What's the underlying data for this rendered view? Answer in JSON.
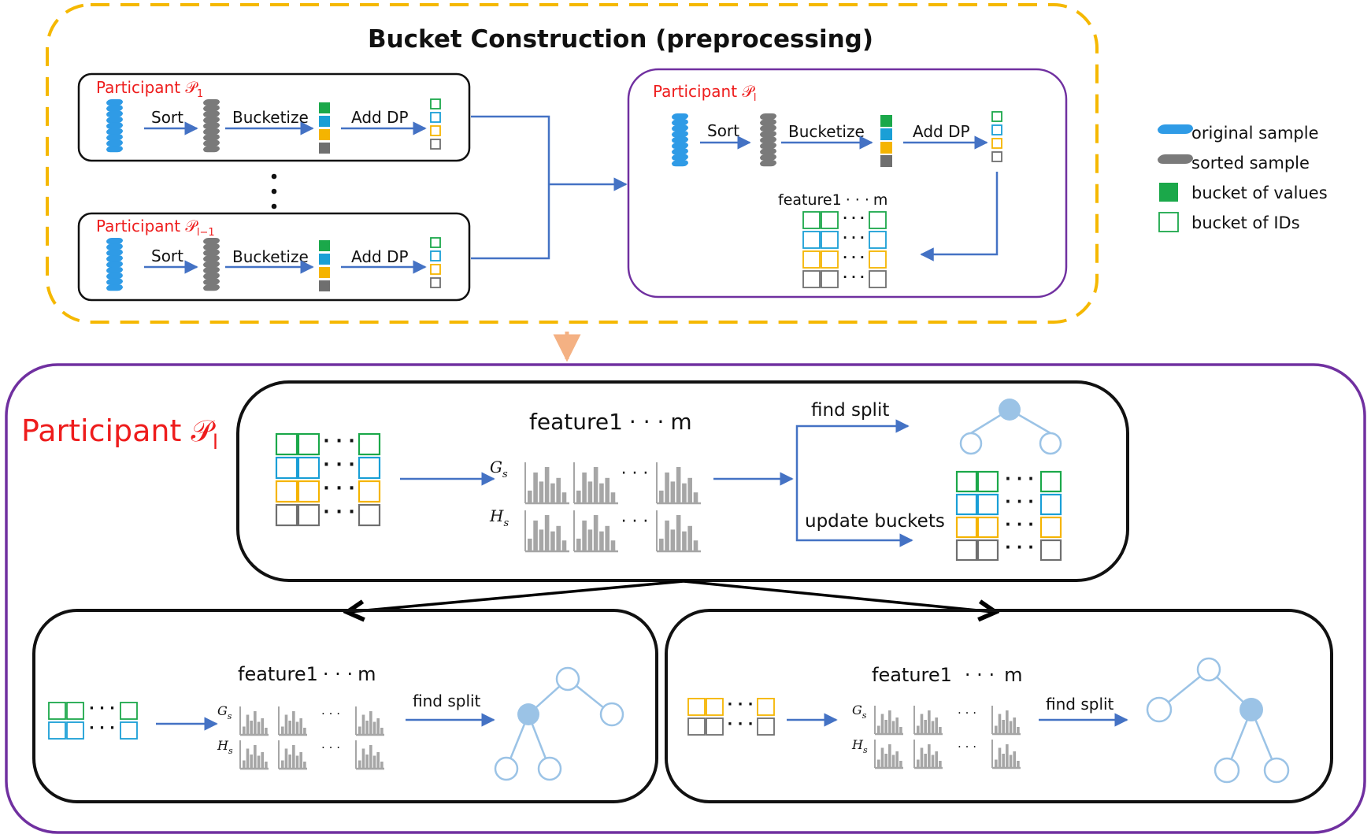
{
  "title": "Bucket Construction (preprocessing)",
  "participants": {
    "p1": {
      "label": "Participant ",
      "sym": "𝒫",
      "sub": "1"
    },
    "plm1": {
      "label": "Participant ",
      "sym": "𝒫",
      "sub": "l−1"
    },
    "pl_small": {
      "label": "Participant ",
      "sym": "𝒫",
      "sub": "l"
    },
    "pl_big": {
      "label": "Participant ",
      "sym": "𝒫",
      "sub": "l"
    }
  },
  "steps": {
    "sort": "Sort",
    "bucketize": "Bucketize",
    "add_dp": "Add DP"
  },
  "feature_label": {
    "start": "feature1",
    "dots": "· · ·",
    "end": "m"
  },
  "stats": {
    "g": {
      "letter": "G",
      "sub": "s"
    },
    "h": {
      "letter": "H",
      "sub": "s"
    }
  },
  "actions": {
    "find_split": "find split",
    "update_buckets": "update buckets"
  },
  "legend": [
    {
      "label": "original sample",
      "shape": "rounded-bar",
      "color": "#2f9be6"
    },
    {
      "label": "sorted sample",
      "shape": "rounded-bar",
      "color": "#7a7a7a"
    },
    {
      "label": "bucket of values",
      "shape": "filled-square",
      "color": "#1ba84a"
    },
    {
      "label": "bucket of IDs",
      "shape": "outline-square",
      "color": "#1ba84a"
    }
  ],
  "colors": {
    "green": "#1ba84a",
    "blue": "#1a9fd6",
    "orange": "#f5b400",
    "gray": "#6f6f6f",
    "sample_blue": "#2f9be6",
    "sample_gray": "#7a7a7a",
    "arrow": "#4472c4",
    "tree": "#9bc3e6",
    "purple": "#7030a0",
    "yellow_dash": "#f5b800",
    "red": "#ee1c1c",
    "hist": "#a6a6a6",
    "down_arrow": "#f4b183"
  }
}
